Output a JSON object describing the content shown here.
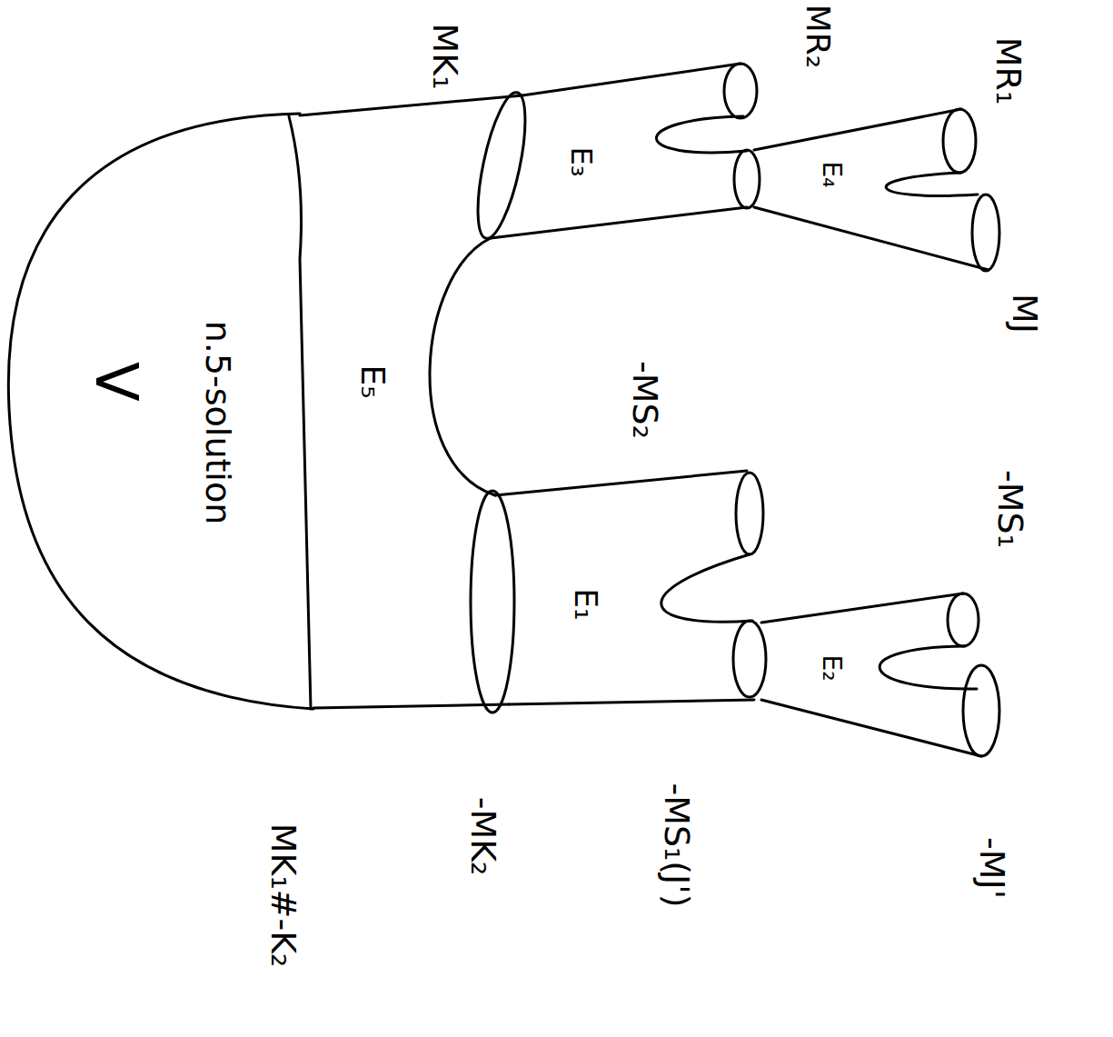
{
  "diagram": {
    "labels": [
      "MK₁",
      "MR₂",
      "MR₁",
      "MJ",
      "-MS₂",
      "-MS₁",
      "-MJ'",
      "-MS₁(J')",
      "-MK₂",
      "MK₁#-K₂",
      "E₃",
      "E₄",
      "E₅",
      "E₁",
      "E₂",
      "n.5-solution",
      "V"
    ]
  }
}
